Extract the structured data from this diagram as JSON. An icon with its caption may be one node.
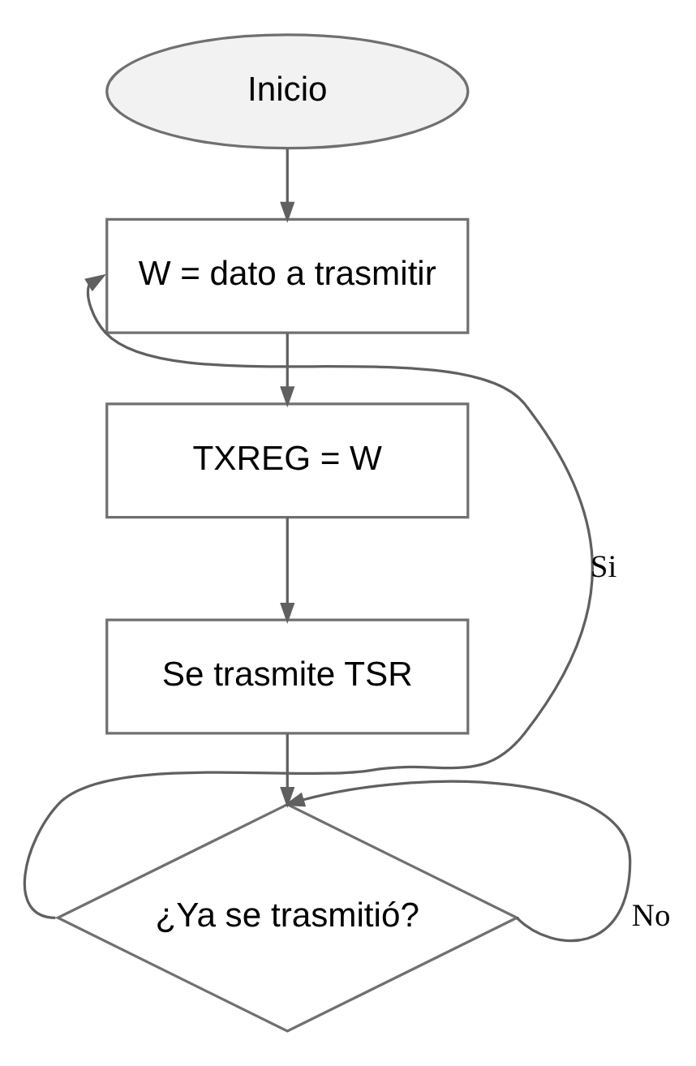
{
  "diagram": {
    "nodes": [
      {
        "text": [
          "Inicio"
        ]
      },
      {
        "text": [
          "W = dato a trasmitir"
        ]
      },
      {
        "text": [
          "TXREG = W"
        ]
      },
      {
        "text": [
          "Se trasmite TSR"
        ]
      },
      {
        "text": [
          "¿Ya se trasmitió?"
        ]
      }
    ],
    "edges": [
      {
        "from": 0,
        "to": 1,
        "arrow": "to"
      },
      {
        "from": 1,
        "to": 2,
        "arrow": "to"
      },
      {
        "from": 2,
        "to": 3,
        "arrow": "to"
      },
      {
        "from": 3,
        "to": 4,
        "arrow": "to"
      },
      {
        "from": 4,
        "to": 4,
        "arrow": "to",
        "label": "No"
      },
      {
        "from": 4,
        "to": 1,
        "arrow": "to",
        "label": "Si"
      }
    ]
  }
}
